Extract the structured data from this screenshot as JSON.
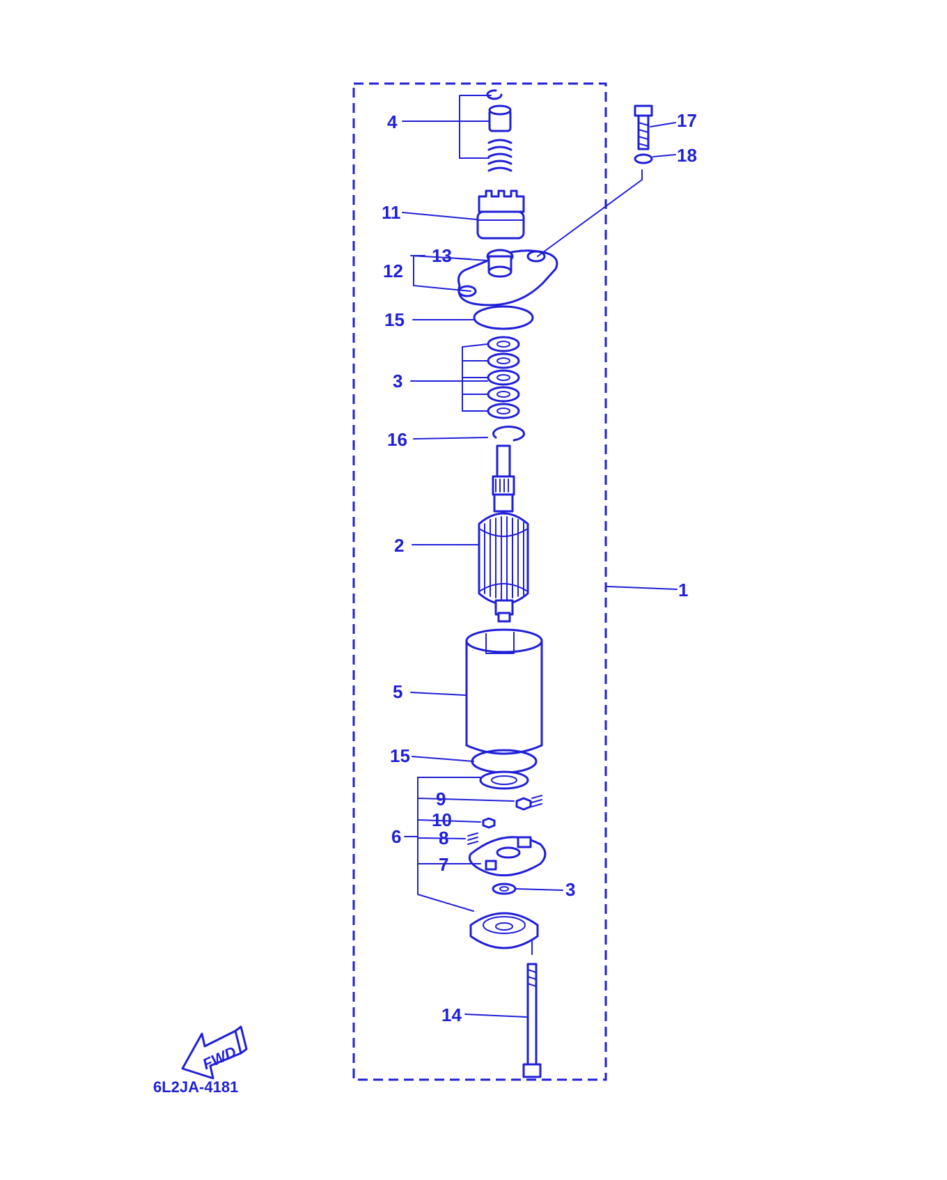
{
  "diagram": {
    "drawing_code": "6L2JA-4181",
    "direction_label": "FWD",
    "ink_color": "#1f1fd8",
    "background": "#ffffff",
    "labels": {
      "l1": "1",
      "l2": "2",
      "l3a": "3",
      "l3b": "3",
      "l4": "4",
      "l5": "5",
      "l6": "6",
      "l7": "7",
      "l8": "8",
      "l9": "9",
      "l10": "10",
      "l11": "11",
      "l12": "12",
      "l13": "13",
      "l14": "14",
      "l15a": "15",
      "l15b": "15",
      "l16": "16",
      "l17": "17",
      "l18": "18"
    }
  }
}
